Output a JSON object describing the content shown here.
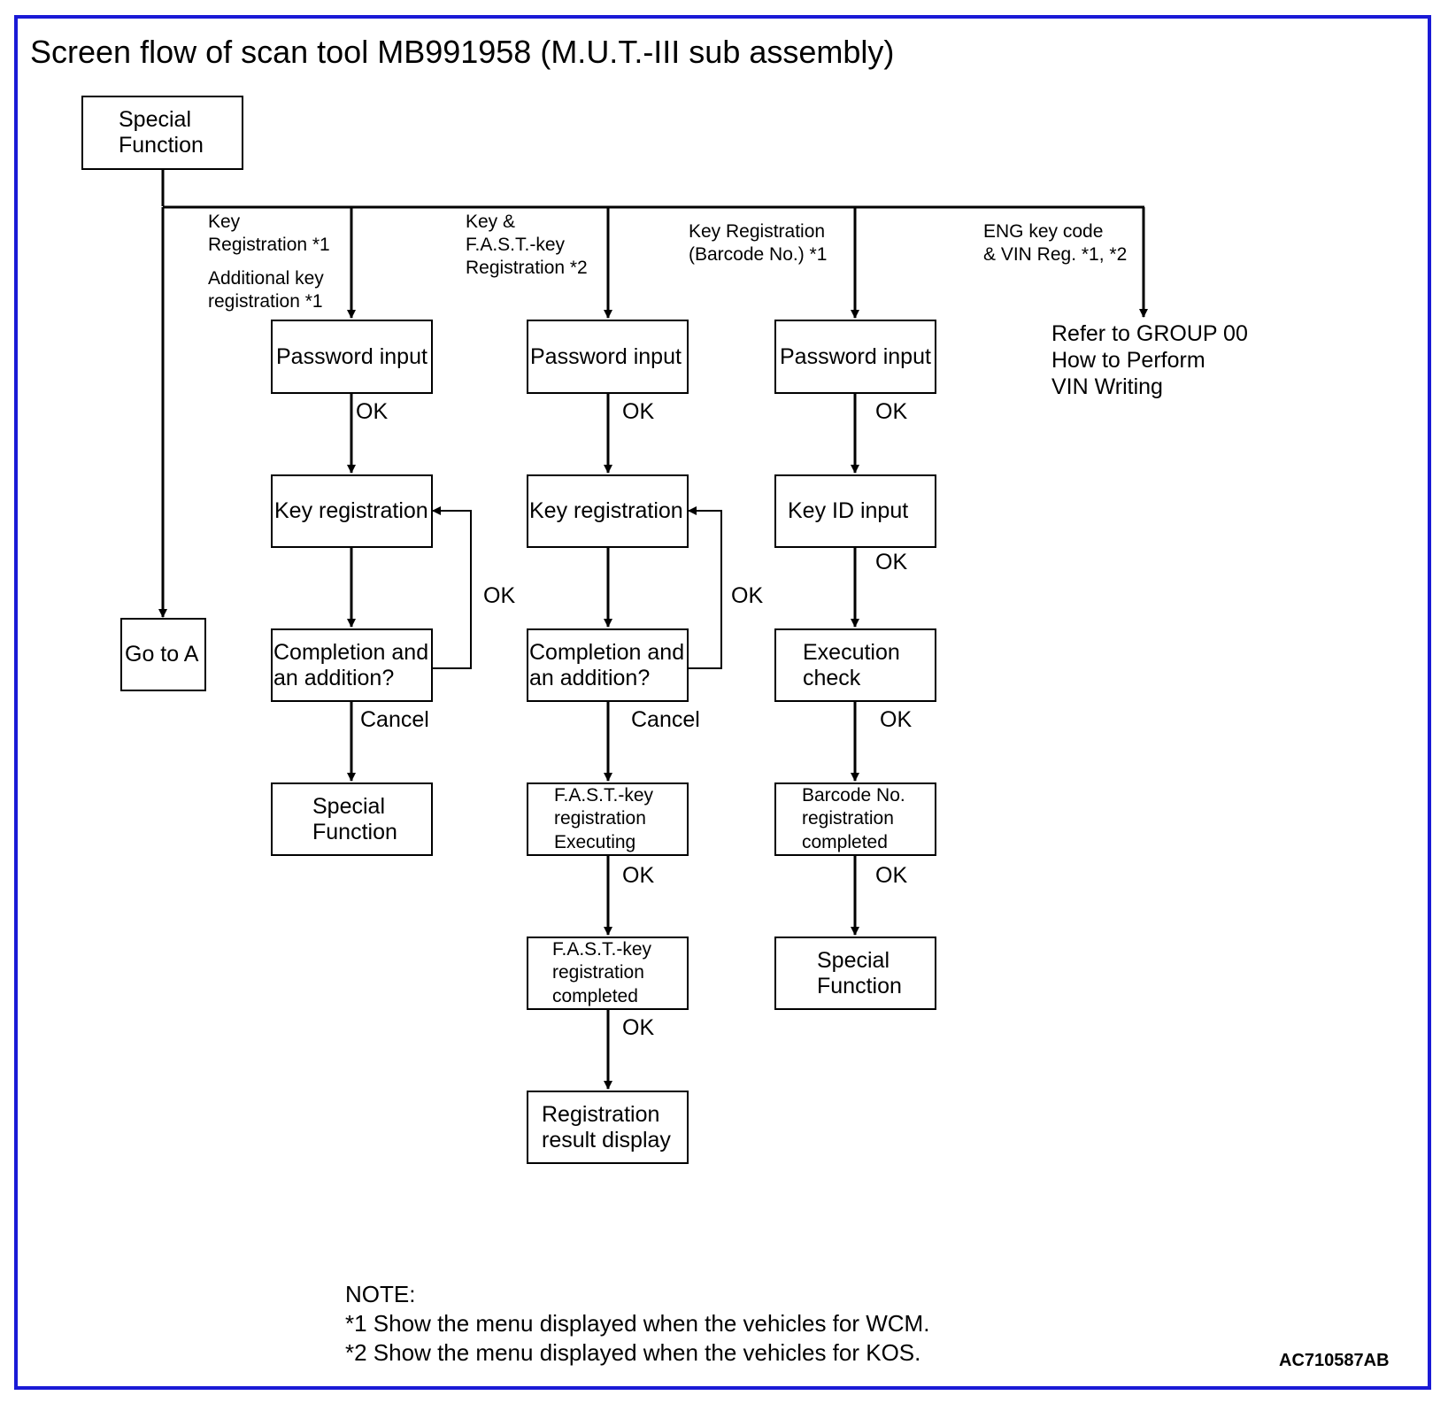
{
  "title": "Screen flow of scan tool MB991958 (M.U.T.-III sub assembly)",
  "colors": {
    "frame": "#1a1ad6",
    "line": "#000000"
  },
  "start": "Special\nFunction",
  "go_to_a": "Go to A",
  "branches": {
    "key_registration": "Key\nRegistration *1",
    "additional_key": "Additional key\nregistration *1",
    "key_fast": "Key &\nF.A.S.T.-key\nRegistration *2",
    "barcode": "Key Registration\n(Barcode No.) *1",
    "eng_vin": "ENG key code\n& VIN Reg. *1, *2"
  },
  "col1": {
    "password": "Password input",
    "key_registration": "Key registration",
    "completion": "Completion and\nan addition?",
    "special": "Special\nFunction"
  },
  "col2": {
    "password": "Password input",
    "key_registration": "Key registration",
    "completion": "Completion and\nan addition?",
    "fast_executing": "F.A.S.T.-key\nregistration\nExecuting",
    "fast_completed": "F.A.S.T.-key\nregistration\ncompleted",
    "result": "Registration\nresult display"
  },
  "col3": {
    "password": "Password input",
    "key_id": "Key ID input",
    "execution": "Execution\ncheck",
    "barcode_done": "Barcode No.\nregistration\ncompleted",
    "special": "Special\nFunction"
  },
  "refer_text": "Refer to GROUP 00\nHow to Perform\nVIN Writing",
  "edge_labels": {
    "ok": "OK",
    "cancel": "Cancel"
  },
  "note": "NOTE:\n*1 Show the menu displayed when the vehicles for WCM.\n*2 Show the menu displayed when the vehicles for KOS.",
  "figure_code": "AC710587AB"
}
